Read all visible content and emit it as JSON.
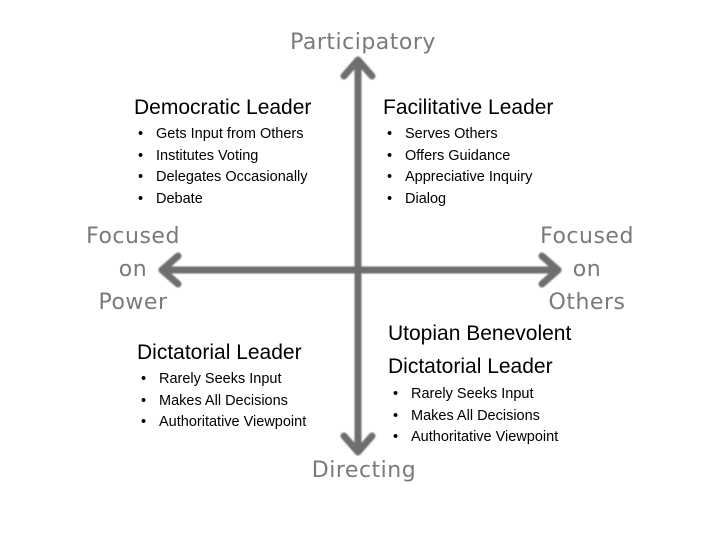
{
  "axes": {
    "top": "Participatory",
    "bottom": "Directing",
    "left": [
      "Focused",
      "on",
      "Power"
    ],
    "right": [
      "Focused",
      "on",
      "Others"
    ]
  },
  "quadrants": {
    "top_left": {
      "title": [
        "Democratic Leader"
      ],
      "items": [
        "Gets Input from Others",
        "Institutes Voting",
        "Delegates Occasionally",
        "Debate"
      ]
    },
    "top_right": {
      "title": [
        "Facilitative Leader"
      ],
      "items": [
        "Serves Others",
        "Offers Guidance",
        "Appreciative Inquiry",
        "Dialog"
      ]
    },
    "bottom_left": {
      "title": [
        "Dictatorial Leader"
      ],
      "items": [
        "Rarely Seeks Input",
        "Makes All Decisions",
        "Authoritative Viewpoint"
      ]
    },
    "bottom_right": {
      "title": [
        "Utopian Benevolent",
        "Dictatorial Leader"
      ],
      "items": [
        "Rarely Seeks Input",
        "Makes All Decisions",
        "Authoritative Viewpoint"
      ]
    }
  },
  "bullet": "•",
  "colors": {
    "axis": "#6e6e6e",
    "axis_label": "#7a7a7a",
    "text": "#000000"
  }
}
